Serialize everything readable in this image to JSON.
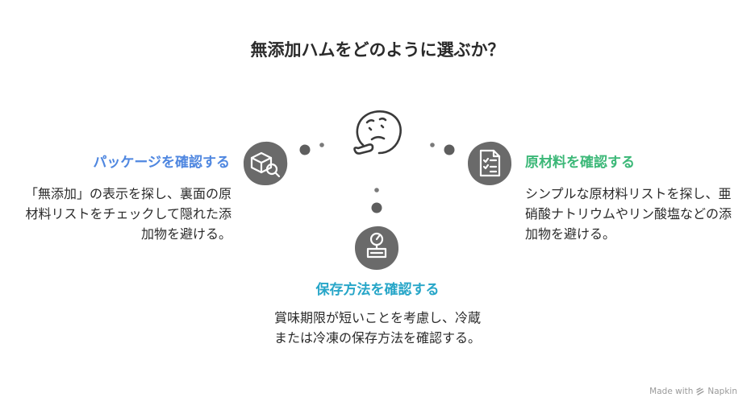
{
  "title": "無添加ハムをどのように選ぶか？",
  "branches": {
    "package": {
      "title": "パッケージを確認する",
      "description": "「無添加」の表示を探し、裏面の原材料リストをチェックして隠れた添加物を避ける。",
      "icon": "box-search-icon",
      "color": "#4f87e0"
    },
    "ingredients": {
      "title": "原材料を確認する",
      "description": "シンプルな原材料リストを探し、亜硝酸ナトリウムやリン酸塩などの添加物を避ける。",
      "icon": "checklist-icon",
      "color": "#3cb878"
    },
    "storage": {
      "title": "保存方法を確認する",
      "description": "賞味期限が短いことを考慮し、冷蔵または冷凍の保存方法を確認する。",
      "icon": "scale-icon",
      "color": "#27a6c8"
    }
  },
  "center": {
    "icon": "thinking-face-icon"
  },
  "watermark": {
    "prefix": "Made with",
    "brand": "Napkin"
  }
}
